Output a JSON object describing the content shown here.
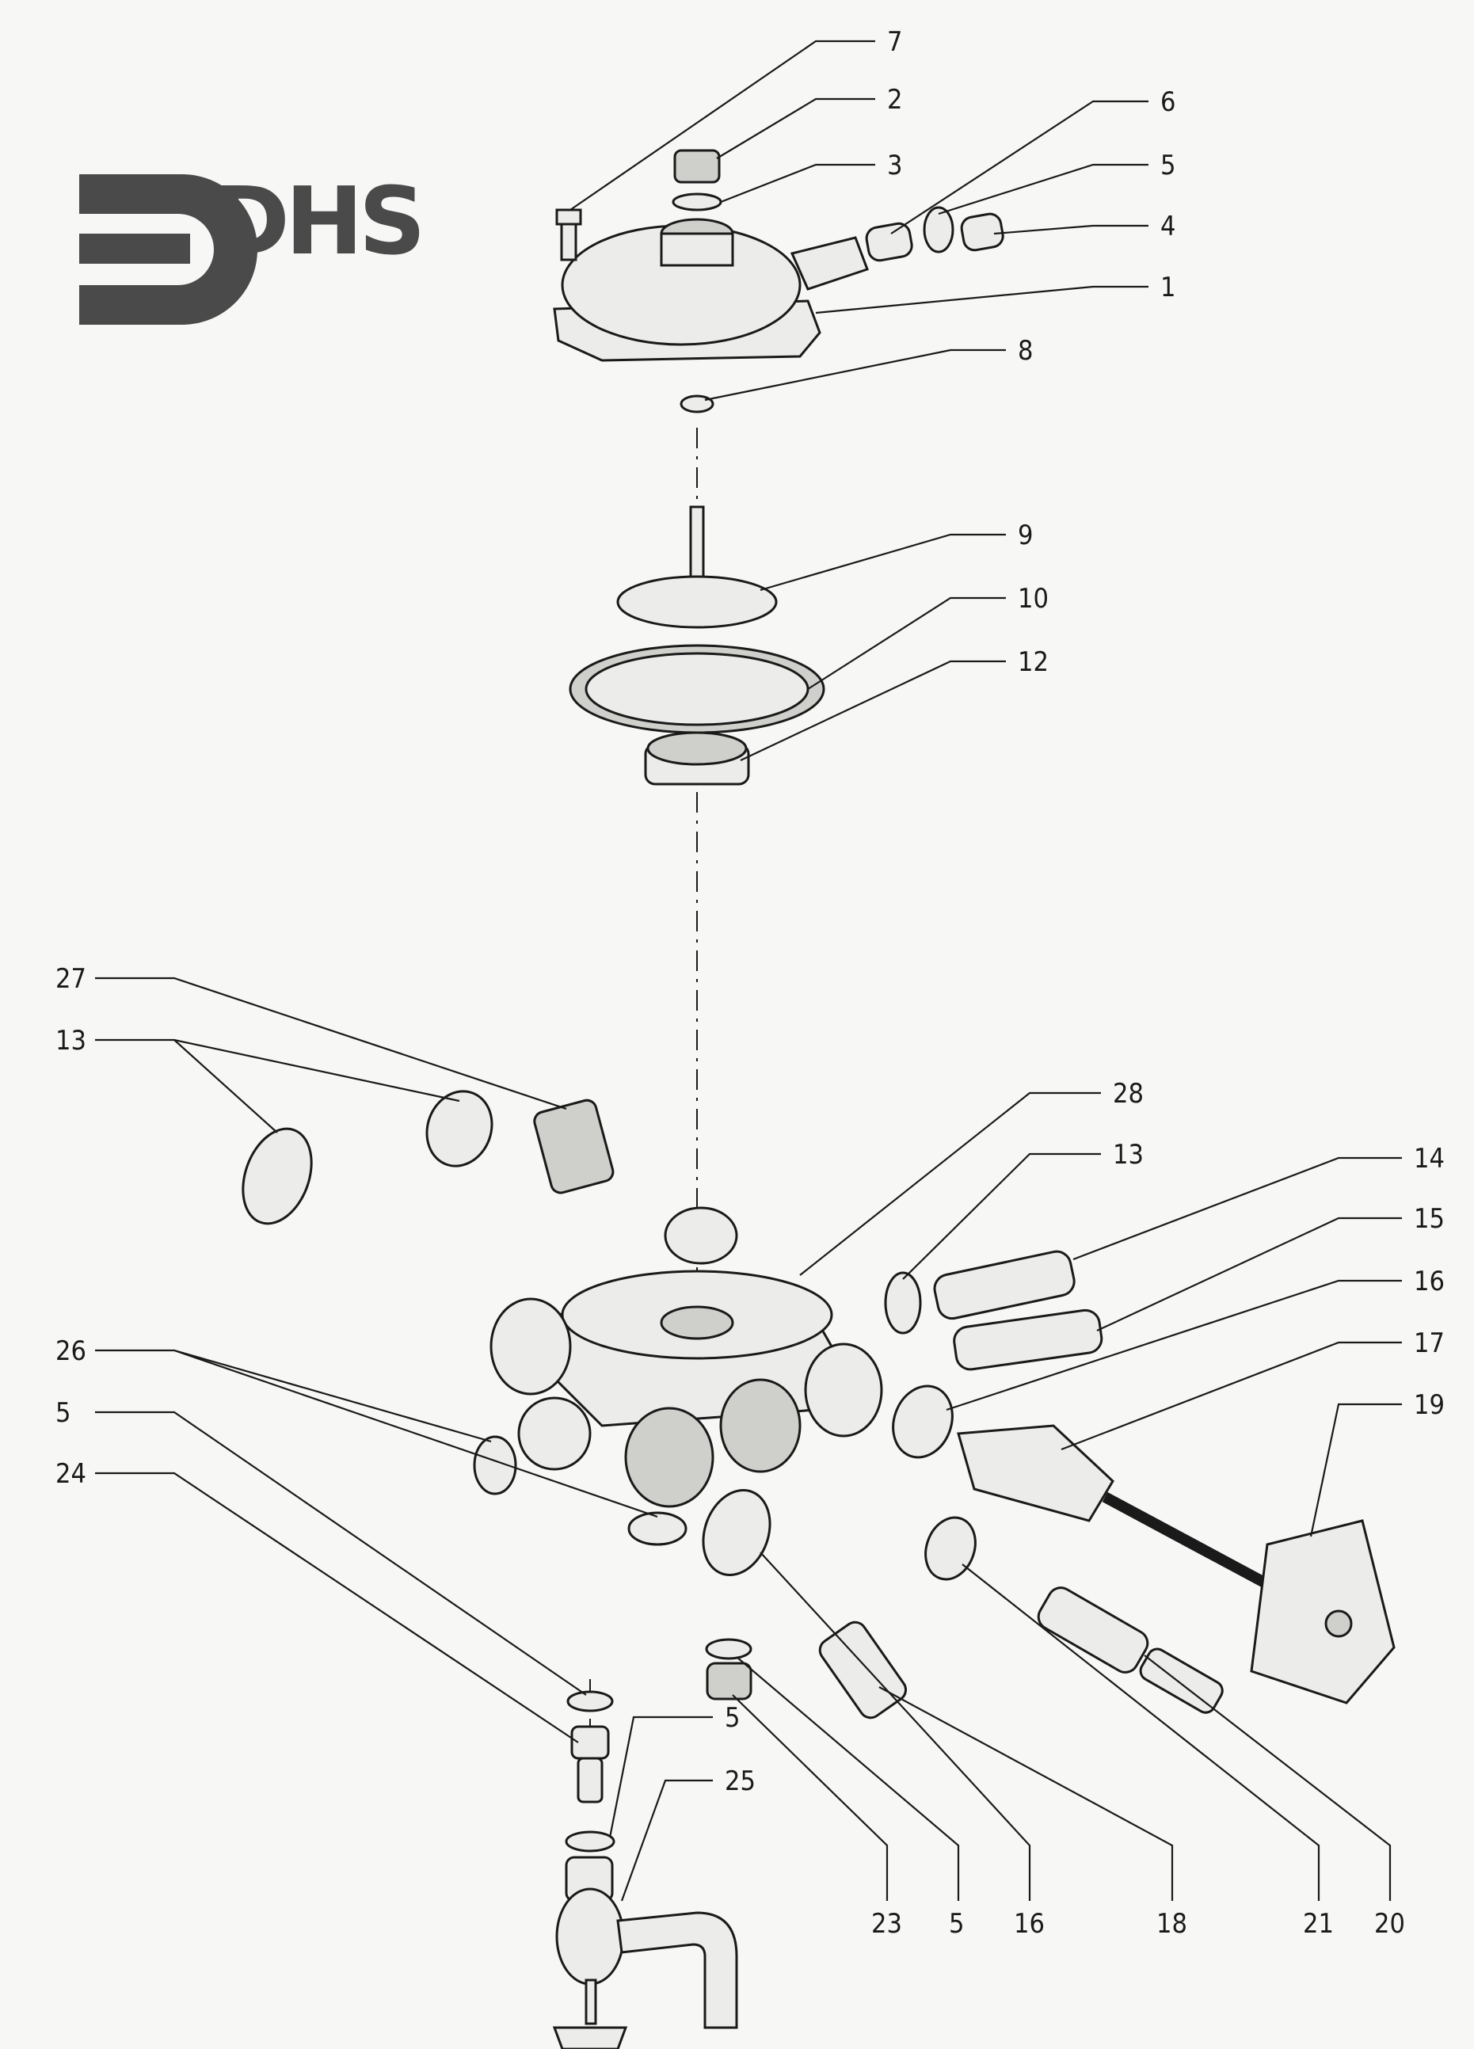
{
  "logo": {
    "text": "DHS"
  },
  "callouts": [
    "7",
    "2",
    "3",
    "6",
    "5",
    "4",
    "1",
    "8",
    "9",
    "10",
    "12",
    "27",
    "13",
    "28",
    "13",
    "14",
    "15",
    "16",
    "17",
    "19",
    "26",
    "5",
    "24",
    "5",
    "25",
    "23",
    "5",
    "16",
    "18",
    "21",
    "20"
  ]
}
